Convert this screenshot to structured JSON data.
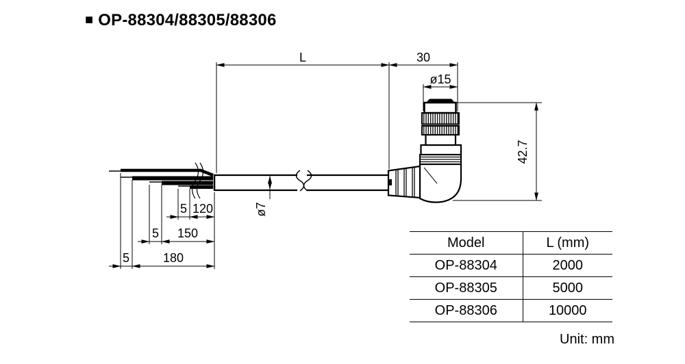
{
  "title": {
    "bullet": "■",
    "text": "OP-88304/88305/88306"
  },
  "drawing": {
    "dims": {
      "cable_length": "L",
      "connector_length": "30",
      "connector_diameter": "ø15",
      "connector_height": "42.7",
      "cable_diameter": "ø7",
      "strip_120": "5",
      "branch_120": "120",
      "strip_150": "5",
      "branch_150": "150",
      "strip_180": "5",
      "branch_180": "180"
    }
  },
  "table": {
    "headers": {
      "model": "Model",
      "length": "L (mm)"
    },
    "rows": [
      {
        "model": "OP-88304",
        "length": "2000"
      },
      {
        "model": "OP-88305",
        "length": "5000"
      },
      {
        "model": "OP-88306",
        "length": "10000"
      }
    ]
  },
  "footer": {
    "unit_note": "Unit: mm"
  }
}
